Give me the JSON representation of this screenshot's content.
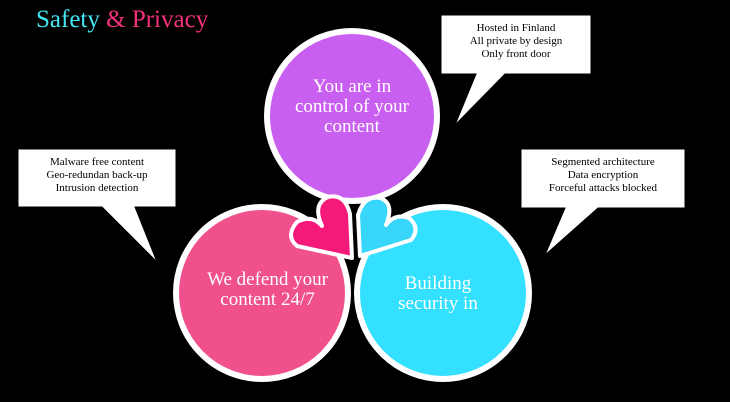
{
  "title": {
    "part1": "Safety",
    "part2": "&",
    "part3": "Privacy"
  },
  "colors": {
    "background": "#000000",
    "cyan": "#33e0ff",
    "pink": "#f0508c",
    "violet": "#c95ff0",
    "heart_pink": "#f5197a",
    "heart_cyan": "#38d6fb",
    "title_cyan": "#43e6f5",
    "title_pink": "#f3317c"
  },
  "circles": {
    "top": {
      "lines": [
        "You are in",
        "control of your",
        "content"
      ]
    },
    "left": {
      "lines": [
        "We defend your",
        "content 24/7"
      ]
    },
    "right": {
      "lines": [
        "Building",
        "security in"
      ]
    }
  },
  "callouts": {
    "top": {
      "lines": [
        "Hosted in Finland",
        "All private by design",
        "Only front door"
      ]
    },
    "left": {
      "lines": [
        "Malware free content",
        "Geo-redundan back-up",
        "Intrusion detection"
      ]
    },
    "right": {
      "lines": [
        "Segmented architecture",
        "Data encryption",
        "Forceful attacks blocked"
      ]
    }
  },
  "icons": [
    "heart-icon-pink",
    "heart-icon-cyan"
  ]
}
